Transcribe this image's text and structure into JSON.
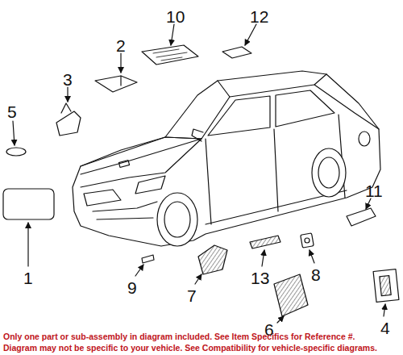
{
  "diagram": {
    "labels": [
      "1",
      "2",
      "3",
      "4",
      "5",
      "6",
      "7",
      "8",
      "9",
      "10",
      "11",
      "12",
      "13",
      "Only one part or sub-assembly in diagram included. See Item Specifics for Reference #.",
      "Diagram may not be specific to your vehicle. See Compatibility for vehicle-specific diagrams."
    ]
  }
}
